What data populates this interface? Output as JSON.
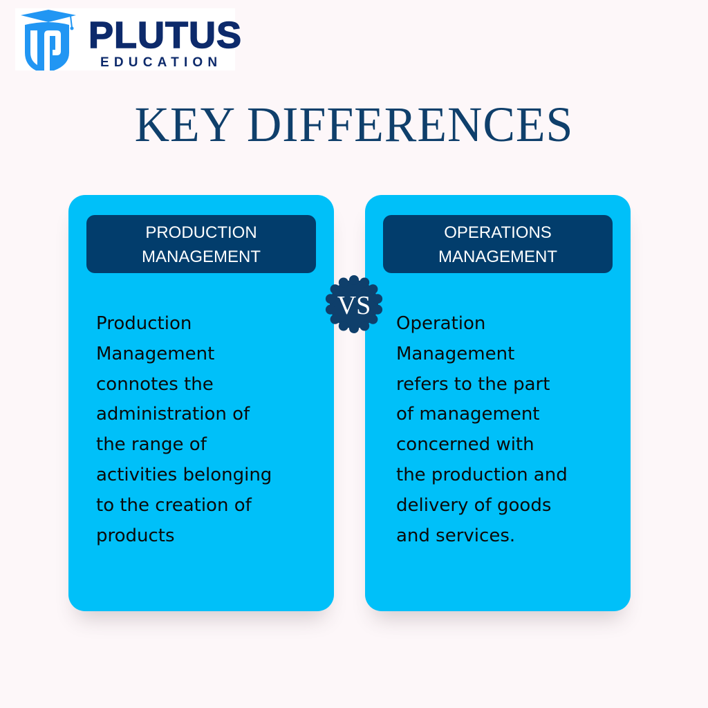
{
  "logo": {
    "name": "PLUTUS",
    "subtitle": "EDUCATION",
    "colors": {
      "primary": "#0d2a6b",
      "accent": "#2196f3"
    }
  },
  "title": "KEY DIFFERENCES",
  "vs_badge": "VS",
  "cards": [
    {
      "heading": "PRODUCTION MANAGEMENT",
      "body": "Production\nManagement\nconnotes the\nadministration of\nthe range of\nactivities belonging\nto the creation of\nproducts"
    },
    {
      "heading": "OPERATIONS MANAGEMENT",
      "body": "Operation\nManagement\nrefers to the part\nof management\nconcerned with\nthe production and\ndelivery of goods\nand services."
    }
  ],
  "colors": {
    "background": "#fdf7f9",
    "card": "#00c0f9",
    "header": "#023d6c",
    "title": "#0f3f6b"
  }
}
